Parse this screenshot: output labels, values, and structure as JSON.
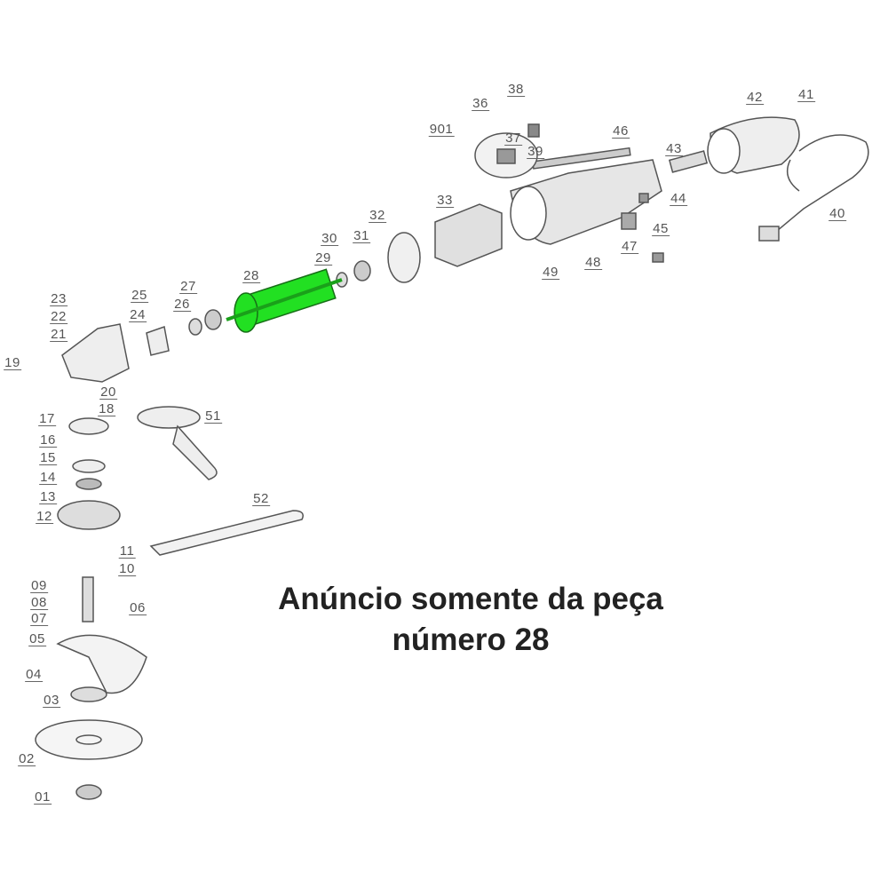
{
  "diagram": {
    "highlight_color": "#22e022",
    "highlighted_part": "28",
    "part_labels": [
      "38",
      "36",
      "901",
      "37",
      "39",
      "46",
      "42",
      "41",
      "43",
      "44",
      "45",
      "47",
      "40",
      "48",
      "49",
      "33",
      "32",
      "31",
      "30",
      "29",
      "28",
      "27",
      "25",
      "26",
      "24",
      "23",
      "22",
      "21",
      "19",
      "20",
      "18",
      "17",
      "16",
      "15",
      "14",
      "13",
      "12",
      "11",
      "10",
      "09",
      "08",
      "07",
      "06",
      "05",
      "04",
      "03",
      "02",
      "01",
      "51",
      "52"
    ]
  },
  "caption": {
    "line1": "Anúncio somente da peça",
    "line2": "número 28"
  }
}
